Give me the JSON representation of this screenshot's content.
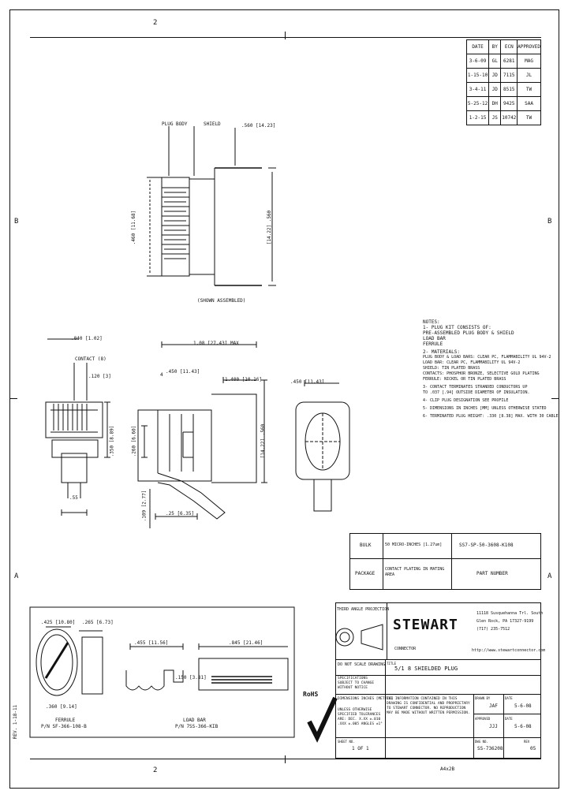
{
  "border": {
    "zone_top": "2",
    "zone_bottom": "2",
    "zone_left_upper": "B",
    "zone_right_upper": "B",
    "zone_left_lower": "A",
    "zone_right_lower": "A",
    "rev_stamp": "REV. 1-18-11"
  },
  "revision_table": {
    "headers": [
      "DATE",
      "BY",
      "ECN",
      "APPROVED"
    ],
    "rows": [
      [
        "3-6-09",
        "GL",
        "6281",
        "MAG"
      ],
      [
        "1-15-10",
        "JD",
        "7115",
        "JL"
      ],
      [
        "3-4-11",
        "JD",
        "8515",
        "TW"
      ],
      [
        "5-25-12",
        "DH",
        "9425",
        "SAA"
      ],
      [
        "1-2-15",
        "JS",
        "10742",
        "TW"
      ]
    ]
  },
  "top_view": {
    "label_plug_body": "PLUG BODY",
    "label_shield": "SHIELD",
    "label_cable": ".560 [14.23]",
    "dim_460": ".460 [11.68]",
    "dim_560": "[14.22] .560",
    "caption": "(SHOWN ASSEMBLED)"
  },
  "front_view": {
    "dim_top": ".040 [1.02]",
    "dim_contact": "CONTACT (8)",
    "dim_pitch": ".120 [3]",
    "dim_height": ".350 [8.89]",
    "dim_bottom": ".55"
  },
  "side_view": {
    "dim_overall": "1.08 [27.43] MAX",
    "dim_tip": ".450 [11.43]",
    "dim_body": "1.400 [10.16]",
    "dim_left": ".260 [6.60]",
    "dim_vertical": "[14.22] .560",
    "dim_109": ".109 [2.77]",
    "dim_bottom": ".25 [6.35]",
    "note_flag": "4"
  },
  "end_view": {
    "dim_dia": ".450 [11.43]"
  },
  "notes": {
    "title": "NOTES:",
    "lines": [
      "1- PLUG KIT CONSISTS OF:",
      "   PRE-ASSEMBLED PLUG BODY & SHIELD",
      "   LOAD BAR",
      "   FERRULE",
      "2- MATERIALS:",
      "   PLUG BODY & LOAD BARS: CLEAR PC, FLAMMABILITY UL 94V-2",
      "   LOAD BAR: CLEAR PC, FLAMMABILITY UL 94V-2",
      "   SHIELD: TIN PLATED BRASS",
      "   CONTACTS: PHOSPHOR BRONZE, SELECTIVE GOLD PLATING",
      "   FERRULE: NICKEL OR TIN PLATED BRASS",
      "3- CONTACT TERMINATES STRANDED CONDUCTORS UP",
      "   TO .037 [.94] OUTSIDE DIAMETER OF INSULATION.",
      "4- CLIP PLUG DESIGNATION SEE PROFILE",
      "5- DIMENSIONS IN INCHES [MM] UNLESS OTHERWISE STATED",
      "6- TERMINATED PLUG HEIGHT: .330 [8.38] MAX. WITH 30 CABLE"
    ]
  },
  "bom_table": {
    "row1_col1": "BULK",
    "row1_col2": "50 MICRO-INCHES [1.27um]",
    "row1_col3": "SS7-SP-50-3608-K108",
    "row2_col1": "PACKAGE",
    "row2_col2": "CONTACT PLATING IN MATING AREA",
    "row2_col3": "PART NUMBER"
  },
  "ferrule_view": {
    "dim_dia": ".425 [10.80]",
    "dim_id": ".265 [6.73]",
    "dim_bottom": ".360 [9.14]",
    "caption1": "FERRULE",
    "caption2": "P/N SF-366-108-B"
  },
  "loadbar_view": {
    "dim_top1": ".455 [11.56]",
    "dim_top2": ".845 [21.46]",
    "dim_right": ".150 [3.81]",
    "caption1": "LOAD BAR",
    "caption2": "P/N 7SS-366-KIB"
  },
  "title_block": {
    "proprietary": "THIRD ANGLE PROJECTION",
    "company_line1": "STEWART",
    "company_line2": "CONNECTOR",
    "address1": "11118 Susquehanna Trl. South",
    "address2": "Glen Rock, PA  17327-9199",
    "address3": "(717) 235-7512",
    "website": "http://www.stewartconnector.com",
    "do_not_scale": "DO NOT SCALE DRAWING",
    "specs_subject": "SPECIFICATIONS SUBJECT TO CHANGE WITHOUT NOTICE",
    "dims_in": "DIMENSIONS INCHES [METRIC]",
    "tolerances_title": "UNLESS OTHERWISE SPECIFIED TOLERANCES ARE: DEC. X.XX ±.010   .XXX ±.005   ANGLES ±1°",
    "title_label": "TITLE",
    "title_value": "5/1 8 SHIELDED PLUG",
    "disclaimer": "THE INFORMATION CONTAINED IN THIS DRAWING IS CONFIDENTIAL AND PROPRIETARY TO STEWART CONNECTOR. NO REPRODUCTION MAY BE MADE WITHOUT WRITTEN PERMISSION.",
    "drawn_label": "DRAWN BY",
    "drawn_value": "JAF",
    "drawn_date_label": "DATE",
    "drawn_date": "5-6-08",
    "approved_label": "APPROVED",
    "approved_value": "JJJ",
    "approved_date_label": "DATE",
    "approved_date": "5-6-08",
    "sheet_label": "SHEET NO.",
    "sheet_value": "1 OF 1",
    "dwg_label": "DWG NO.",
    "dwg_value": "SS-736208",
    "rev_label": "REV",
    "rev_value": "05",
    "rohs": "RoHS",
    "footer": "A4x2B"
  }
}
